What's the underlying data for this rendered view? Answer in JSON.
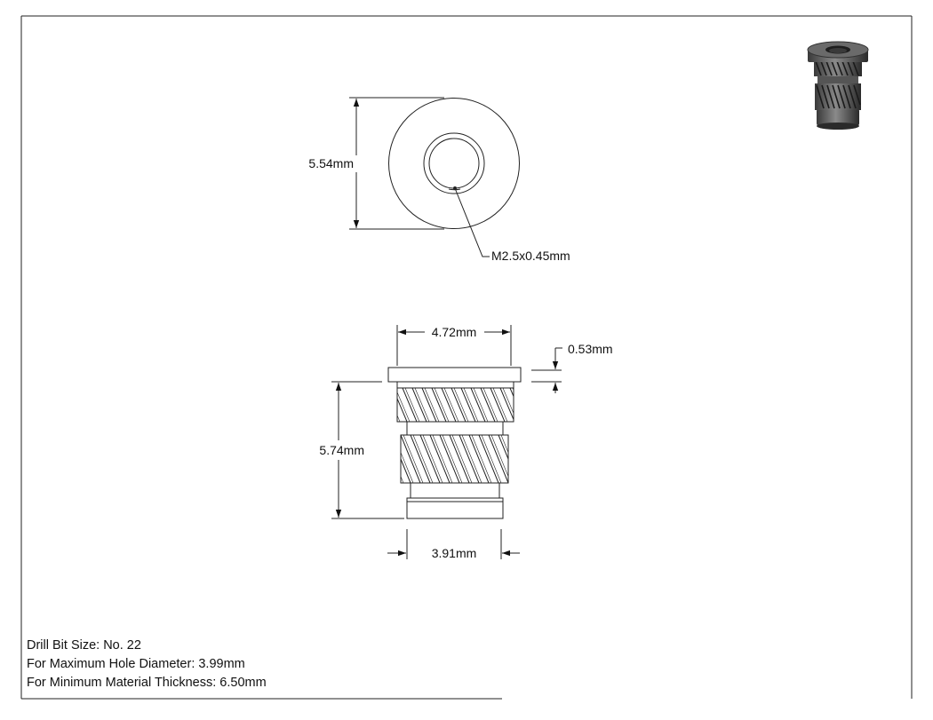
{
  "dimensions": {
    "top_view_diameter": "5.54mm",
    "thread_callout": "M2.5x0.45mm",
    "flange_diameter": "4.72mm",
    "flange_thickness": "0.53mm",
    "body_length": "5.74mm",
    "pilot_diameter": "3.91mm"
  },
  "notes": {
    "drill_bit": "Drill Bit Size: No. 22",
    "max_hole": "For Maximum Hole Diameter: 3.99mm",
    "min_thickness": "For Minimum Material Thickness: 6.50mm"
  },
  "icons": {
    "thumbnail": "threaded-insert-3d-icon"
  }
}
